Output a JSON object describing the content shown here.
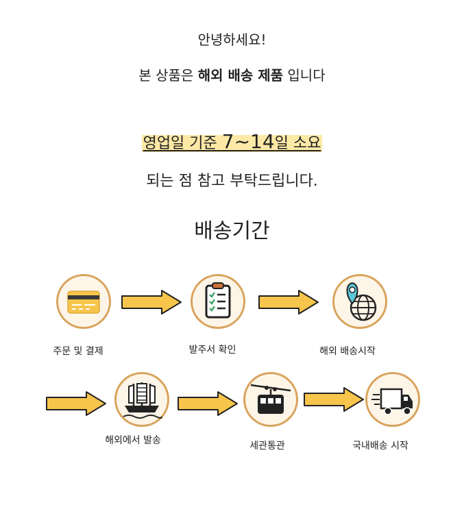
{
  "intro": {
    "greeting": "안녕하세요!",
    "notice_prefix": "본 상품은",
    "notice_bold": "해외 배송 제품",
    "notice_suffix": "입니다"
  },
  "leadtime": {
    "prefix": "영업일 기준",
    "range": "7~14",
    "suffix": "일 소요"
  },
  "request": "되는 점 참고 부탁드립니다.",
  "section_title": "배송기간",
  "steps": [
    {
      "label": "주문 및 결제",
      "icon": "credit-card-icon"
    },
    {
      "label": "발주서 확인",
      "icon": "clipboard-checklist-icon"
    },
    {
      "label": "해외 배송시작",
      "icon": "globe-location-icon"
    },
    {
      "label": "해외에서 발송",
      "icon": "ship-icon"
    },
    {
      "label": "세관통관",
      "icon": "cable-car-icon"
    },
    {
      "label": "국내배송 시작",
      "icon": "delivery-truck-icon"
    }
  ],
  "colors": {
    "arrow_fill": "#f7c54b",
    "circle_border": "#d8a35c",
    "highlight": "#fde9a6"
  }
}
